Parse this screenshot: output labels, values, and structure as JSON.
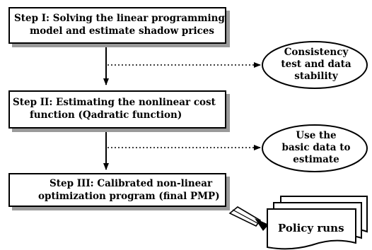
{
  "steps": [
    {
      "lines": [
        "Step I: Solving the linear programming",
        "model and estimate shadow prices"
      ]
    },
    {
      "lines": [
        "Step II: Estimating the nonlinear cost",
        "function (Qadratic function)"
      ]
    },
    {
      "lines": [
        "Step III: Calibrated non-linear",
        "optimization program (final PMP)"
      ]
    }
  ],
  "side_notes": [
    {
      "lines": [
        "Consistency",
        "test and data",
        "stability"
      ]
    },
    {
      "lines": [
        "Use the",
        "basic data to",
        "estimate"
      ]
    }
  ],
  "output": {
    "label": "Policy runs"
  },
  "colors": {
    "shadow": "#9a9a9a",
    "stroke": "#000000"
  }
}
